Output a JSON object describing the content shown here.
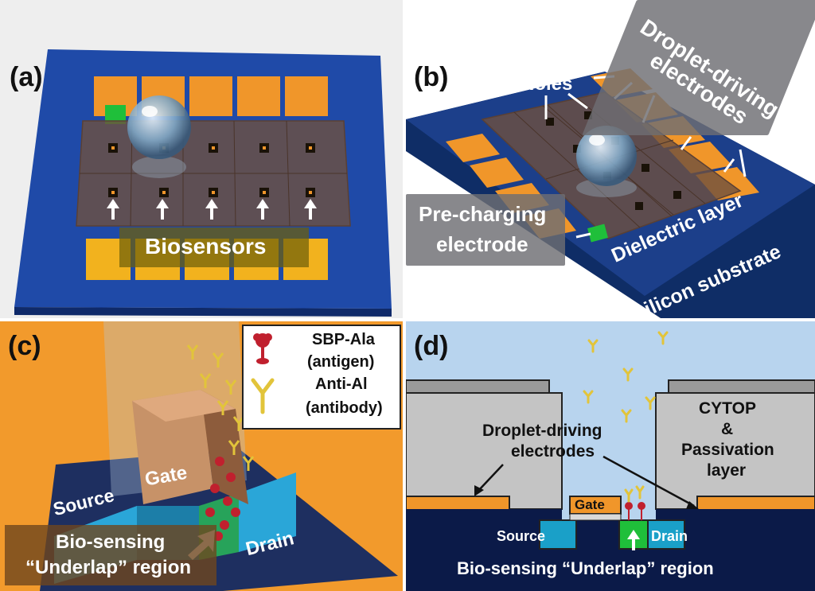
{
  "panels": {
    "a": {
      "label": "(a)",
      "biosensors": "Biosensors"
    },
    "b": {
      "label": "(b)",
      "holes": "Holes",
      "droplet_driving_line1": "Droplet-driving",
      "droplet_driving_line2": "electrodes",
      "precharging_line1": "Pre-charging",
      "precharging_line2": "electrode",
      "dielectric": "Dielectric layer",
      "substrate": "Silicon substrate"
    },
    "c": {
      "label": "(c)",
      "legend_antigen_name": "SBP-Ala",
      "legend_antigen_type": "(antigen)",
      "legend_antibody_name": "Anti-Al",
      "legend_antibody_type": "(antibody)",
      "gate": "Gate",
      "source": "Source",
      "drain": "Drain",
      "region_line1": "Bio-sensing",
      "region_line2": "“Underlap” region"
    },
    "d": {
      "label": "(d)",
      "cytop_line1": "CYTOP",
      "cytop_line2": "&",
      "cytop_line3": "Passivation",
      "cytop_line4": "layer",
      "droplet_line1": "Droplet-driving",
      "droplet_line2": "electrodes",
      "gate": "Gate",
      "source": "Source",
      "drain": "Drain",
      "region": "Bio-sensing “Underlap” region"
    }
  },
  "colors": {
    "substrate_blue": "#1f4aa8",
    "electrode_orange": "#f0962a",
    "electrode_yellow": "#f2b21e",
    "sensor_green": "#1fbf3a",
    "dielectric_brown": "#7a5a48",
    "liquid_blue": "#b8d4ee",
    "navy": "#0b1a48",
    "cytop_grey": "#c4c4c4",
    "channel_teal": "#1aa0c8",
    "antibody_yellow": "#e2c43a",
    "antigen_red": "#c0202e"
  }
}
